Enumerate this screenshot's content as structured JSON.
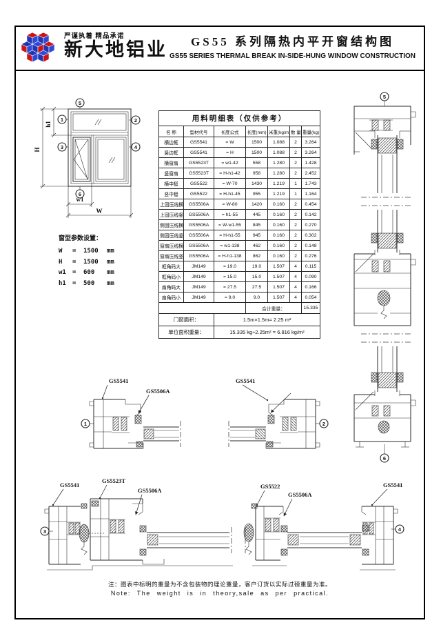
{
  "header": {
    "slogan": "严谨执着 精品承诺",
    "company": "新大地铝业",
    "title_cn": "GS55 系列隔热内平开窗结构图",
    "title_en": "GS55 SERIES THERMAL BREAK IN-SIDE-HUNG WINDOW CONSTRUCTION"
  },
  "logo_colors": {
    "blue": "#1f35b4",
    "red": "#cc1417"
  },
  "window_diagram": {
    "dims": {
      "W": "W",
      "H": "H",
      "w1": "w1",
      "h1": "h1"
    }
  },
  "balloons": {
    "b1": "1",
    "b2": "2",
    "b3": "3",
    "b4": "4",
    "b5": "5",
    "b6": "6"
  },
  "profiles": {
    "gs5541": "GS5541",
    "gs5522": "GS5522",
    "gs5523t": "GS5523T",
    "gs5506a": "GS5506A"
  },
  "params": {
    "title": "窗型参数设置：",
    "equals": "=",
    "items": [
      {
        "name": "W",
        "value": "1500",
        "unit": "mm"
      },
      {
        "name": "H",
        "value": "1500",
        "unit": "mm"
      },
      {
        "name": "w1",
        "value": "600",
        "unit": "mm"
      },
      {
        "name": "h1",
        "value": "500",
        "unit": "mm"
      }
    ]
  },
  "table": {
    "title": "用料明细表（仅供参考）",
    "columns": [
      "名 称",
      "型材代号",
      "长度公式",
      "长度(mm)",
      "米重(kg/m)",
      "数 量",
      "重量(kg)"
    ],
    "rows": [
      [
        "横边框",
        "GS5541",
        "= W",
        "1500",
        "1.088",
        "2",
        "3.264"
      ],
      [
        "竖边框",
        "GS5541",
        "= H",
        "1500",
        "1.088",
        "2",
        "3.264"
      ],
      [
        "横窗扇",
        "GS5523T",
        "= w1-42",
        "558",
        "1.280",
        "2",
        "1.428"
      ],
      [
        "竖窗扇",
        "GS5523T",
        "= H-h1-42",
        "958",
        "1.280",
        "2",
        "2.452"
      ],
      [
        "横中梃",
        "GS5522",
        "= W-70",
        "1430",
        "1.219",
        "1",
        "1.743"
      ],
      [
        "竖中梃",
        "GS5522",
        "= H-h1-45",
        "955",
        "1.219",
        "1",
        "1.164"
      ],
      [
        "上固压线横",
        "GS5506A",
        "= W-80",
        "1420",
        "0.160",
        "2",
        "0.454"
      ],
      [
        "上固压线竖",
        "GS5506A",
        "= h1-55",
        "445",
        "0.160",
        "2",
        "0.142"
      ],
      [
        "侧固压线横",
        "GS5506A",
        "= W-w1-55",
        "845",
        "0.160",
        "2",
        "0.270"
      ],
      [
        "侧固压线竖",
        "GS5506A",
        "= H-h1-55",
        "945",
        "0.160",
        "2",
        "0.302"
      ],
      [
        "窗扇压线横",
        "GS5506A",
        "= w1-138",
        "462",
        "0.160",
        "2",
        "0.148"
      ],
      [
        "窗扇压线竖",
        "GS5506A",
        "= H-h1-138",
        "862",
        "0.160",
        "2",
        "0.276"
      ],
      [
        "框角码大",
        "JM149",
        "= 19.0",
        "19.0",
        "1.507",
        "4",
        "0.115"
      ],
      [
        "框角码小",
        "JM149",
        "= 15.0",
        "15.0",
        "1.507",
        "4",
        "0.090"
      ],
      [
        "扇角码大",
        "JM149",
        "= 27.5",
        "27.5",
        "1.507",
        "4",
        "0.166"
      ],
      [
        "扇角码小",
        "JM149",
        "= 9.0",
        "9.0",
        "1.507",
        "4",
        "0.054"
      ]
    ],
    "total_label": "合计重量：",
    "total_value": "15.335",
    "area_label": "门窗面积：",
    "area_value": "1.5m×1.5m= 2.25 m²",
    "unit_weight_label": "单位面积重量：",
    "unit_weight_value": "15.335 kg÷2.25m² = 6.816 kg/m²"
  },
  "footer": {
    "note_cn": "注：图表中标明的重量为不含包装物的理论重量，客户订货以实际过磅重量为准。",
    "note_en": "Note: The weight is in theory,sale as per practical."
  }
}
